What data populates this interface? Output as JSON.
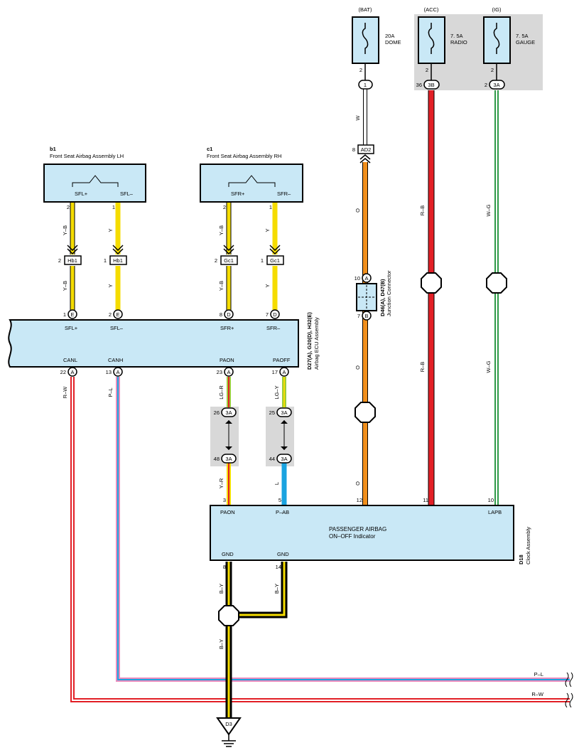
{
  "fuses": {
    "bat": {
      "source": "(BAT)",
      "rating": "20A",
      "name": "DOME",
      "pin": "2",
      "connector": "1",
      "connector_pin": ""
    },
    "acc": {
      "source": "(ACC)",
      "rating": "7. 5A",
      "name": "RADIO",
      "pin": "2",
      "connector": "3B",
      "connector_pin": "36"
    },
    "ig": {
      "source": "(IG)",
      "rating": "7. 5A",
      "name": "GAUGE",
      "pin": "2",
      "connector": "3A",
      "connector_pin": "2"
    }
  },
  "components": {
    "b1": {
      "code": "b1",
      "name": "Front Seat Airbag Assembly LH",
      "pin_left": "SFL+",
      "pin_right": "SFL–"
    },
    "c1": {
      "code": "c1",
      "name": "Front Seat Airbag Assembly RH",
      "pin_left": "SFR+",
      "pin_right": "SFR–"
    },
    "ecu": {
      "code": "D27(A), G20(D), H32(E)",
      "name": "Airbag ECU Assembly",
      "pins_top": [
        "SFL+",
        "SFL–",
        "SFR+",
        "SFR–"
      ],
      "pins_bottom": [
        "CANL",
        "CANH",
        "PAON",
        "PAOFF"
      ]
    },
    "clock": {
      "code": "D18",
      "name": "Clock Assembly",
      "title_1": "PASSENGER AIRBAG",
      "title_2": "ON–OFF Indicator",
      "pins_top": [
        "PAON",
        "P–AB",
        "LAPB"
      ],
      "pins_bottom": [
        "GND",
        "GND"
      ]
    },
    "junction": {
      "code": "D46(A), D47(B)",
      "name": "Junction Connector",
      "pin_a": "10",
      "letter_a": "A",
      "pin_b": "7",
      "letter_b": "B"
    },
    "ground": {
      "code": "D3"
    }
  },
  "connectors": {
    "ad2": {
      "label": "AD2",
      "pin": "8"
    },
    "hb1_a": {
      "label": "Hb1",
      "pin": "2"
    },
    "hb1_b": {
      "label": "Hb1",
      "pin": "1"
    },
    "gc1_a": {
      "label": "Gc1",
      "pin": "2"
    },
    "gc1_b": {
      "label": "Gc1",
      "pin": "1"
    },
    "ecu_e1": {
      "pin": "1",
      "letter": "E"
    },
    "ecu_e2": {
      "pin": "2",
      "letter": "E"
    },
    "ecu_d1": {
      "pin": "8",
      "letter": "D"
    },
    "ecu_d2": {
      "pin": "7",
      "letter": "D"
    },
    "ecu_a1": {
      "pin": "22",
      "letter": "A"
    },
    "ecu_a2": {
      "pin": "13",
      "letter": "A"
    },
    "ecu_a3": {
      "pin": "23",
      "letter": "A"
    },
    "ecu_a4": {
      "pin": "17",
      "letter": "A"
    },
    "j3a_1": {
      "pin": "26",
      "label": "3A"
    },
    "j3a_2": {
      "pin": "48",
      "label": "3A"
    },
    "j3a_3": {
      "pin": "25",
      "label": "3A"
    },
    "j3a_4": {
      "pin": "44",
      "label": "3A"
    }
  },
  "pin_numbers": {
    "b1_left": "2",
    "b1_right": "1",
    "c1_left": "2",
    "c1_right": "1",
    "clock_paon": "3",
    "clock_pab": "5",
    "clock_o": "12",
    "clock_rb": "11",
    "clock_lapb": "10",
    "clock_gnd1": "8",
    "clock_gnd2": "14"
  },
  "wires": {
    "y_b": "Y–B",
    "y": "Y",
    "w": "W",
    "o": "O",
    "r_b": "R–B",
    "w_g": "W–G",
    "r_w": "R–W",
    "p_l": "P–L",
    "lg_r": "LG–R",
    "lg_y": "LG–Y",
    "y_r": "Y–R",
    "l": "L",
    "b_y": "B–Y"
  },
  "colors": {
    "component_fill": "#c9e8f6",
    "yellow": "#f5dc00",
    "orange": "#f18f1c",
    "red": "#e21f26",
    "green": "#2e9a47",
    "blue": "#1aa3e0",
    "pink": "#e98bbd",
    "light_green": "#9ccb3b",
    "gray_box": "#d8d8d8"
  }
}
